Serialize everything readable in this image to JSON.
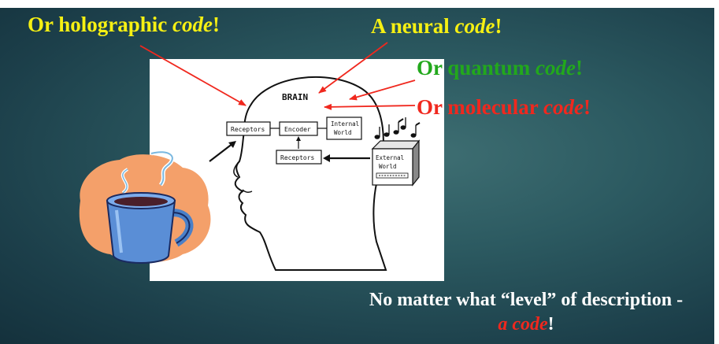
{
  "headlines": {
    "holographic": {
      "prefix": "Or holographic ",
      "italic": "code",
      "suffix": "!"
    },
    "neural": {
      "prefix": "A neural ",
      "italic": "code",
      "suffix": "!"
    },
    "quantum": {
      "prefix_or": "Or ",
      "word": "quantum ",
      "italic": "code",
      "suffix": "!"
    },
    "molecular": {
      "prefix": "Or molecular ",
      "italic": "code",
      "suffix": "!"
    }
  },
  "diagram": {
    "brain_label": "BRAIN",
    "receptors_left": "Receptors",
    "encoder": "Encoder",
    "internal_world_line1": "Internal",
    "internal_world_line2": "World",
    "receptors_bottom": "Receptors",
    "external_world_line1": "External",
    "external_world_line2": "World"
  },
  "bottom_note": {
    "line1": "No matter what “level” of description -",
    "line2_italic": "a code",
    "line2_suffix": "!"
  },
  "colors": {
    "yellow": "#f6f013",
    "green": "#22a81c",
    "red": "#f0281e",
    "background": "#2c5a61"
  },
  "icons": [
    "coffee-mug-icon",
    "music-notes-icon",
    "computer-box-icon",
    "head-silhouette-icon"
  ]
}
